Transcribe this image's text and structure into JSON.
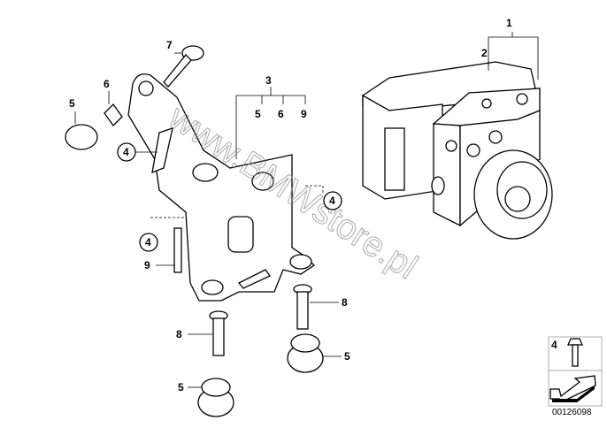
{
  "callouts": {
    "c1": "1",
    "c2": "2",
    "c3": "3",
    "c4a": "4",
    "c4b": "4",
    "c4c": "4",
    "c5a": "5",
    "c5b": "5",
    "c5c": "5",
    "c5d": "5",
    "c6a": "6",
    "c6b": "6",
    "c7": "7",
    "c8a": "8",
    "c8b": "8",
    "c9a": "9",
    "c9b": "9"
  },
  "legend_box": {
    "label": "4"
  },
  "diagram_code": "00126098",
  "watermark": "www.BMWstore.pl"
}
